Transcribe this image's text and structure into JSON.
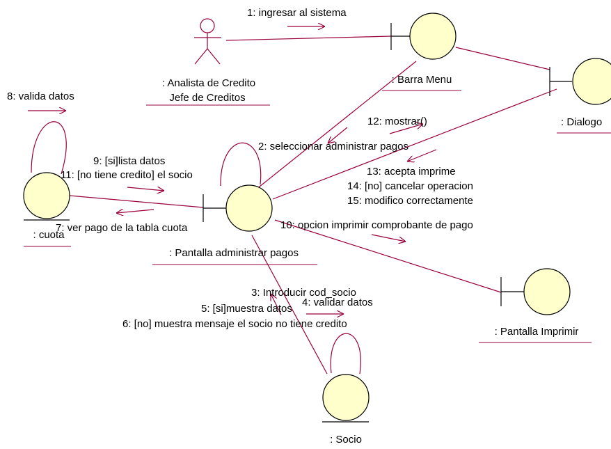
{
  "diagram": {
    "colors": {
      "line": "#99003b",
      "fill": "#ffffcc",
      "outline": "#000000",
      "text": "#000000"
    },
    "actor": {
      "icon": "stick-figure-actor-icon",
      "name_line1": ": Analista de Credito",
      "name_line2": "Jefe de Creditos"
    },
    "objects": {
      "barra_menu": ": Barra Menu",
      "dialogo": ": Dialogo",
      "cuota": ": cuota",
      "pantalla_administrar": ": Pantalla administrar pagos",
      "pantalla_imprimir": ": Pantalla Imprimir",
      "socio": ": Socio"
    },
    "messages": {
      "m1": "1: ingresar al sistema",
      "m2": "2: seleccionar administrar pagos",
      "m3": "3: Introducir cod_socio",
      "m4": "4: validar datos",
      "m5": "5: [si]muestra datos",
      "m6": "6: [no] muestra mensaje el socio no tiene credito",
      "m7": "7: ver pago de la tabla cuota",
      "m8": "8: valida datos",
      "m9": "9: [si]lista datos",
      "m10": "10: opcion imprimir comprobante de pago",
      "m11": "11: [no tiene credito] el socio",
      "m12": "12: mostrar()",
      "m13": "13: acepta imprime",
      "m14": "14: [no] cancelar operacion",
      "m15": "15: modifico correctamente"
    }
  }
}
